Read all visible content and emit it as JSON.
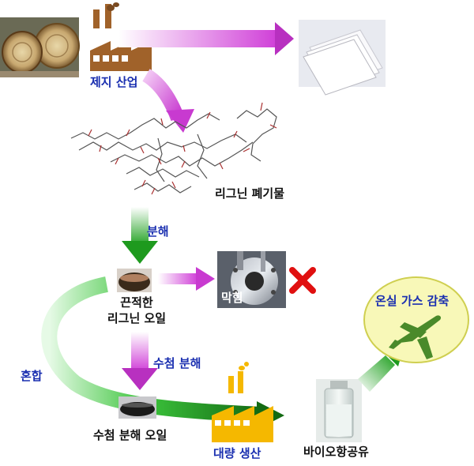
{
  "labels": {
    "paper_industry": "제지 산업",
    "lignin_waste": "리그닌 폐기물",
    "decompose": "분해",
    "sticky_oil_line1": "끈적한",
    "sticky_oil_line2": "리그닌 오일",
    "clogging": "막힘",
    "hydro_decompose": "수첨 분해",
    "mix": "혼합",
    "hydro_oil": "수첨 분해 오일",
    "mass_production": "대량 생산",
    "bio_jet_fuel": "바이오항공유",
    "ghg_reduction": "온실 가스 감축"
  },
  "colors": {
    "magenta_arrow": "#e070e8",
    "green_arrow": "#22aa22",
    "dark_green": "#1a6a1a",
    "factory_brown": "#a0622a",
    "factory_yellow": "#f5b800",
    "ellipse_fill": "#f8f8b8",
    "airplane": "#4a8a2a",
    "label_blue": "#1a2fb0",
    "x_mark": "#e01010"
  },
  "icons": {
    "factory_top": "factory-icon",
    "factory_bottom": "factory-icon",
    "airplane": "airplane-icon",
    "x_mark": "x-mark-icon"
  }
}
